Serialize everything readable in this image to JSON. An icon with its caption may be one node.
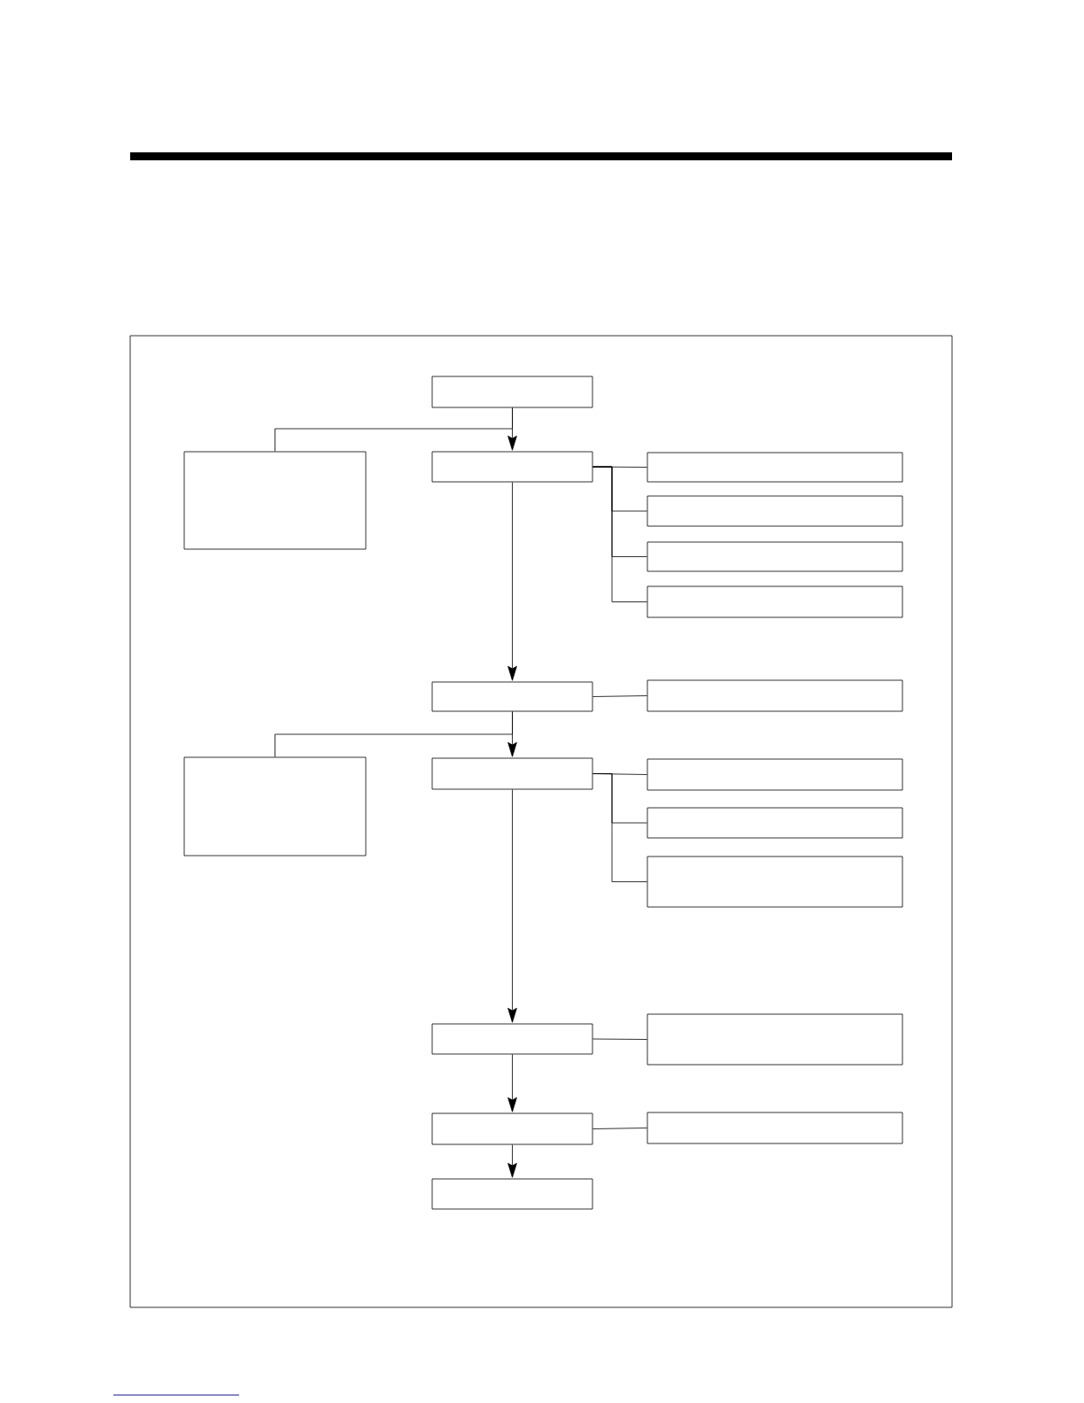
{
  "diagram": {
    "nodes": [
      {
        "text": [],
        "shape": "box"
      },
      {
        "text": [],
        "shape": "box"
      },
      {
        "text": [],
        "shape": "box"
      },
      {
        "text": [],
        "shape": "box"
      },
      {
        "text": [],
        "shape": "box"
      },
      {
        "text": [],
        "shape": "box"
      },
      {
        "text": [],
        "shape": "box"
      },
      {
        "text": [],
        "shape": "box"
      },
      {
        "text": [],
        "shape": "box"
      },
      {
        "text": [],
        "shape": "box"
      },
      {
        "text": [],
        "shape": "box"
      },
      {
        "text": [],
        "shape": "box"
      },
      {
        "text": [],
        "shape": "box"
      },
      {
        "text": [],
        "shape": "box"
      },
      {
        "text": [],
        "shape": "box"
      },
      {
        "text": [],
        "shape": "box"
      },
      {
        "text": [],
        "shape": "box"
      },
      {
        "text": [],
        "shape": "box"
      },
      {
        "text": [],
        "shape": "box"
      }
    ],
    "edges": [
      {
        "from": 0,
        "to": 2,
        "arrow": "to"
      },
      {
        "from": 0,
        "to": 1,
        "arrow": "none"
      },
      {
        "from": 2,
        "to": 3,
        "arrow": "none"
      },
      {
        "from": 2,
        "to": 4,
        "arrow": "none"
      },
      {
        "from": 2,
        "to": 5,
        "arrow": "none"
      },
      {
        "from": 2,
        "to": 6,
        "arrow": "none"
      },
      {
        "from": 2,
        "to": 7,
        "arrow": "to"
      },
      {
        "from": 7,
        "to": 8,
        "arrow": "none"
      },
      {
        "from": 7,
        "to": 10,
        "arrow": "to"
      },
      {
        "from": 7,
        "to": 9,
        "arrow": "none"
      },
      {
        "from": 10,
        "to": 11,
        "arrow": "none"
      },
      {
        "from": 10,
        "to": 12,
        "arrow": "none"
      },
      {
        "from": 10,
        "to": 13,
        "arrow": "none"
      },
      {
        "from": 10,
        "to": 14,
        "arrow": "to"
      },
      {
        "from": 14,
        "to": 15,
        "arrow": "none"
      },
      {
        "from": 14,
        "to": 16,
        "arrow": "to"
      },
      {
        "from": 16,
        "to": 17,
        "arrow": "none"
      },
      {
        "from": 16,
        "to": 18,
        "arrow": "to"
      }
    ]
  }
}
